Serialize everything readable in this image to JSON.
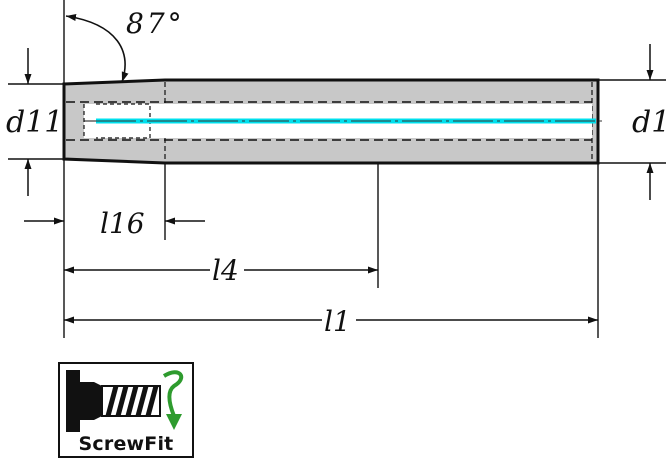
{
  "diagram": {
    "angle_label": "87°",
    "labels": {
      "d11": "d11",
      "d1": "d1",
      "l16": "l16",
      "l4": "l4",
      "l1": "l1"
    }
  },
  "logo": {
    "text": "ScrewFit",
    "arrow_color": "#2e9b2e"
  },
  "colors": {
    "body_fill": "#c8c8c8",
    "bore_fill": "#ffffff",
    "coolant": "#00e0ee",
    "line": "#111111"
  }
}
